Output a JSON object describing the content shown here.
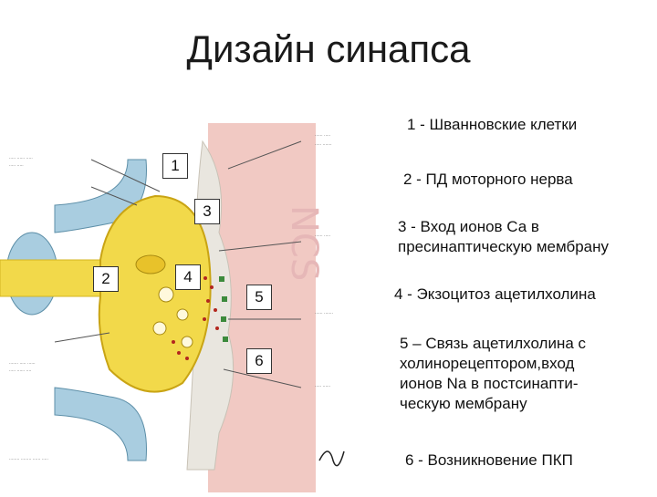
{
  "title": "Дизайн синапса",
  "legend": [
    "1 - Шванновские клетки",
    "2 - ПД моторного нерва",
    "3 -  Вход ионов Са в\nпресинаптическую мембрану",
    "4 - Экзоцитоз ацетилхолина",
    "5 – Связь ацетилхолина с\nхолинорецептором,вход\nионов Na в постсинапти-\nческую мембрану",
    "6 - Возникновение ПКП"
  ],
  "markers": [
    "1",
    "2",
    "3",
    "4",
    "5",
    "6"
  ],
  "colors": {
    "axon": "#f2d94a",
    "axon_dark": "#d4b520",
    "schwann": "#a9cde0",
    "muscle": "#f1c9c3",
    "cleft": "#e9e6df"
  }
}
